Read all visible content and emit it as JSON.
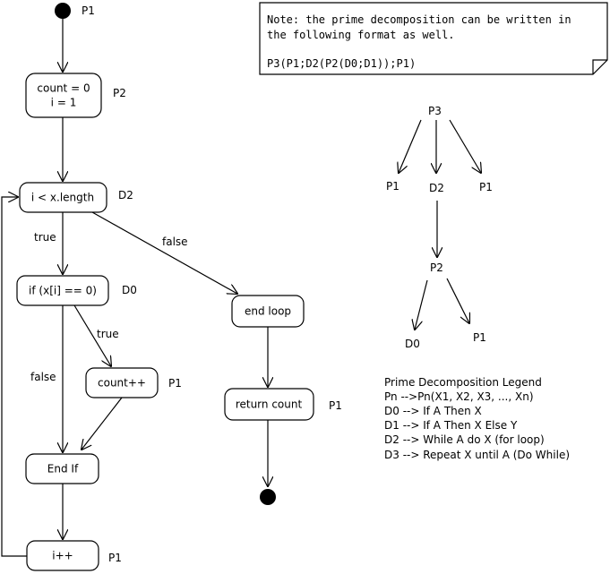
{
  "flowchart": {
    "start_label": "P1",
    "init_line1": "count = 0",
    "init_line2": "i = 1",
    "init_label": "P2",
    "loop_cond": "i < x.length",
    "loop_label": "D2",
    "edge_true_1": "true",
    "edge_false_1": "false",
    "if_cond": "if (x[i] == 0)",
    "if_label": "D0",
    "edge_true_2": "true",
    "edge_false_2": "false",
    "count_inc": "count++",
    "count_label": "P1",
    "end_if": "End If",
    "i_inc": "i++",
    "i_label": "P1",
    "end_loop": "end loop",
    "return_count": "return count",
    "return_label": "P1"
  },
  "note": {
    "line1": "Note: the prime decomposition can be written in",
    "line2": "the following format as well.",
    "line3": "P3(P1;D2(P2(D0;D1));P1)"
  },
  "tree": {
    "root": "P3",
    "left": "P1",
    "mid": "D2",
    "right": "P1",
    "mid_child": "P2",
    "leaf_left": "D0",
    "leaf_right": "P1"
  },
  "legend": {
    "title": "Prime Decomposition Legend",
    "items": [
      "Pn -->Pn(X1, X2, X3, ..., Xn)",
      "D0 --> If A Then X",
      "D1 --> If A Then X Else Y",
      "D2 --> While A do X (for loop)",
      "D3 --> Repeat X until A (Do While)"
    ]
  }
}
